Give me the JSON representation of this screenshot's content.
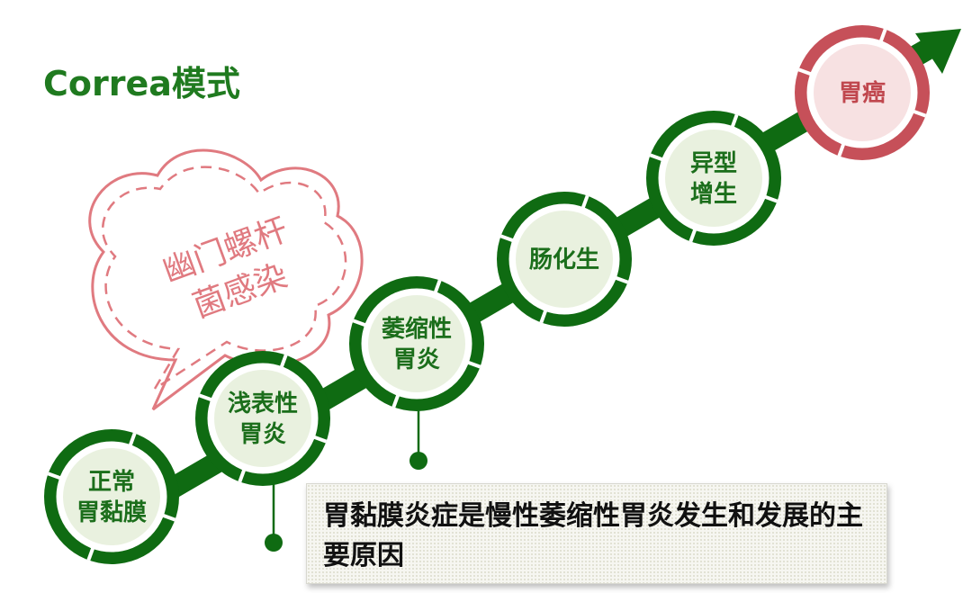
{
  "title": "Correa模式",
  "cloud": {
    "lines": [
      "幽门螺杆",
      "菌感染"
    ]
  },
  "stages": [
    {
      "lines": [
        "正常",
        "胃黏膜"
      ]
    },
    {
      "lines": [
        "浅表性",
        "胃炎"
      ]
    },
    {
      "lines": [
        "萎缩性",
        "胃炎"
      ]
    },
    {
      "lines": [
        "肠化生"
      ]
    },
    {
      "lines": [
        "异型",
        "增生"
      ]
    },
    {
      "lines": [
        "胃癌"
      ]
    }
  ],
  "note": {
    "text": "胃黏膜炎症是慢性萎缩性胃炎发生和发展的主要原因"
  },
  "colors": {
    "stage_ring": "#0f6b12",
    "stage_inner": "#e9f1df",
    "cancer_ring": "#c65059",
    "cancer_inner": "#f7e1e2",
    "cloud_stroke": "#e07a80"
  }
}
